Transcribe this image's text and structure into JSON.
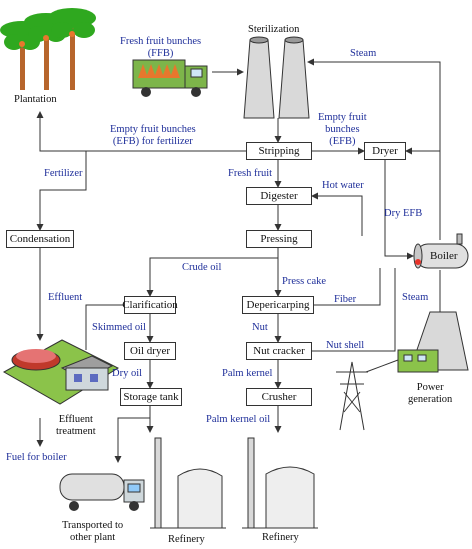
{
  "colors": {
    "label_blue": "#1f2f9a",
    "line": "#333333",
    "palm_green": "#2fa81f",
    "palm_trunk": "#b7652c",
    "truck_green": "#7db54a",
    "fruit_orange": "#e8772d",
    "boiler_flame": "#e8332a",
    "tank_red": "#c0392b",
    "ground_green": "#8bc34a"
  },
  "icons": {
    "plantation": "palm-trees",
    "ffb_truck": "truck-with-fruit",
    "sterilization": "twin-cooling-towers",
    "boiler": "cylindrical-boiler",
    "power": "cooling-tower-and-power-plant",
    "pylon": "transmission-tower",
    "effluent": "treatment-pond",
    "tanker": "tanker-truck",
    "refinery": "chimney-and-tanks"
  },
  "nodes": {
    "plantation": "Plantation",
    "sterilization": "Sterilization",
    "stripping": "Stripping",
    "dryer": "Dryer",
    "digester": "Digester",
    "pressing": "Pressing",
    "boiler": "Boiler",
    "condensation": "Condensation",
    "clarification": "Clarification",
    "depericarping": "Depericarping",
    "oil_dryer": "Oil dryer",
    "nut_cracker": "Nut cracker",
    "storage_tank": "Storage tank",
    "crusher": "Crusher",
    "power_generation": [
      "Power",
      "generation"
    ],
    "effluent_treatment": [
      "Effluent",
      "treatment"
    ],
    "transported": [
      "Transported to",
      "other plant"
    ],
    "refinery_left": "Refinery",
    "refinery_right": "Refinery"
  },
  "flows": {
    "ffb": [
      "Fresh fruit bunches",
      "(FFB)"
    ],
    "steam_top": "Steam",
    "efb_fertilizer": [
      "Empty fruit bunches",
      "(EFB) for fertilizer"
    ],
    "efb": [
      "Empty fruit",
      "bunches",
      "(EFB)"
    ],
    "fertilizer": "Fertilizer",
    "fresh_fruit": "Fresh fruit",
    "hot_water": "Hot water",
    "dry_efb": "Dry EFB",
    "crude_oil": "Crude oil",
    "press_cake": "Press cake",
    "effluent": "Effluent",
    "fiber": "Fiber",
    "steam_right": "Steam",
    "skimmed_oil": "Skimmed oil",
    "nut": "Nut",
    "nut_shell": "Nut shell",
    "dry_oil": "Dry oil",
    "palm_kernel": "Palm kernel",
    "palm_kernel_oil": "Palm kernel oil",
    "fuel_for_boiler": "Fuel for boiler"
  }
}
